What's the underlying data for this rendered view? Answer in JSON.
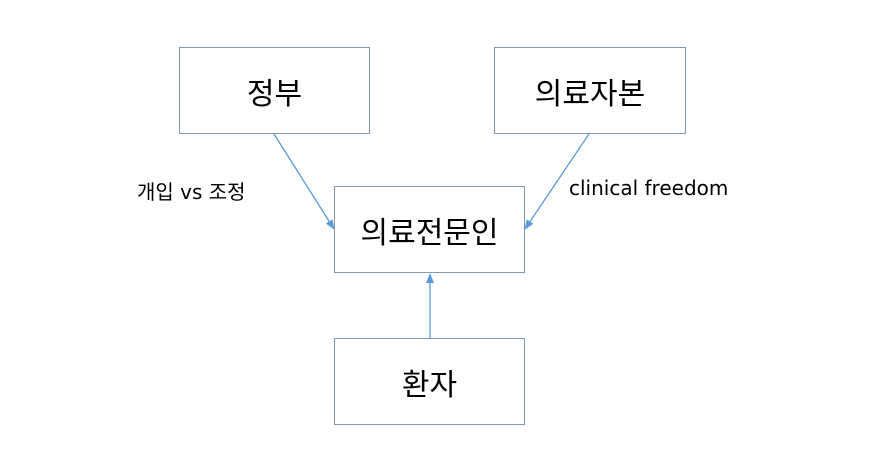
{
  "nodes": {
    "government": "정부",
    "capital": "의료자본",
    "expert": "의료전문인",
    "patient": "환자"
  },
  "edge_labels": {
    "government_to_expert": "개입 vs 조정",
    "capital_to_expert": "clinical freedom"
  },
  "colors": {
    "box_border": "#8497b0",
    "arrow": "#5b9bd5"
  }
}
